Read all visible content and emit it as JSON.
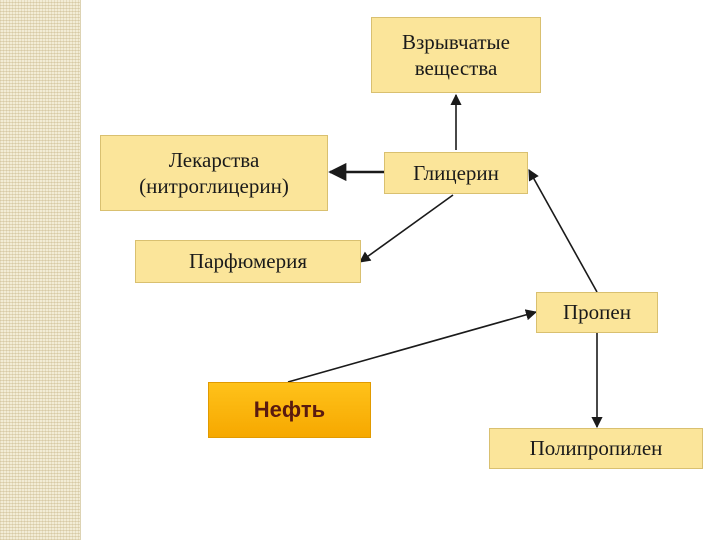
{
  "nodes": {
    "explosives": "Взрывчатые\nвещества",
    "medicine": "Лекарства\n(нитроглицерин)",
    "glycerin": "Глицерин",
    "perfumery": "Парфюмерия",
    "propene": "Пропен",
    "oil": "Нефть",
    "polypropylene": "Полипропилен"
  },
  "edges": [
    {
      "from": "glycerin",
      "to": "explosives"
    },
    {
      "from": "glycerin",
      "to": "medicine"
    },
    {
      "from": "glycerin",
      "to": "perfumery"
    },
    {
      "from": "propene",
      "to": "glycerin"
    },
    {
      "from": "oil",
      "to": "propene"
    },
    {
      "from": "propene",
      "to": "polypropylene"
    }
  ],
  "colors": {
    "node_fill": "#fbe59a",
    "oil_fill": "#f6a800",
    "edge": "#1a1a1a"
  }
}
